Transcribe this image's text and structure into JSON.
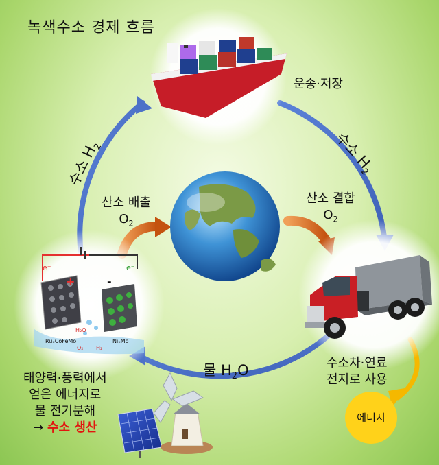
{
  "title": "녹색수소 경제 흐름",
  "labels": {
    "transport": "운송·저장",
    "hydrogen_right": {
      "text": "수소 H",
      "sub": "2"
    },
    "hydrogen_left": {
      "text": "수소 H",
      "sub": "2"
    },
    "oxygen_release": {
      "line1": "산소 배출",
      "line2": "O",
      "sub": "2"
    },
    "oxygen_combine": {
      "line1": "산소 결합",
      "line2": "O",
      "sub": "2"
    },
    "water": {
      "text": "물 H",
      "sub": "2",
      "tail": "O"
    },
    "fuel_cell": {
      "line1": "수소차·연료",
      "line2": "전지로 사용"
    },
    "energy": "에너지",
    "production": {
      "line1": "태양력·풍력에서",
      "line2": "얻은 에너지로",
      "line3": "물 전기분해",
      "arrow": "→",
      "highlight": "수소 생산"
    }
  },
  "electrolyzer": {
    "electron_left": "e⁻",
    "electron_right": "e⁻",
    "plus": "+",
    "minus": "-",
    "h2o": "H₂O",
    "o2": "O₂",
    "h2": "H₂",
    "anode_catalyst": "RuₓCoFeMo",
    "cathode_catalyst": "NiₓMo"
  },
  "colors": {
    "cycle_arrow": "#4d72c8",
    "oxygen_arrow": "#d1621b",
    "energy_arrow": "#f5b800",
    "energy_circle": "#ffd21a",
    "highlight": "#e2150f"
  },
  "icons": [
    "cargo-ship",
    "globe",
    "dump-truck",
    "electrolyzer",
    "solar-panel",
    "windmill"
  ]
}
